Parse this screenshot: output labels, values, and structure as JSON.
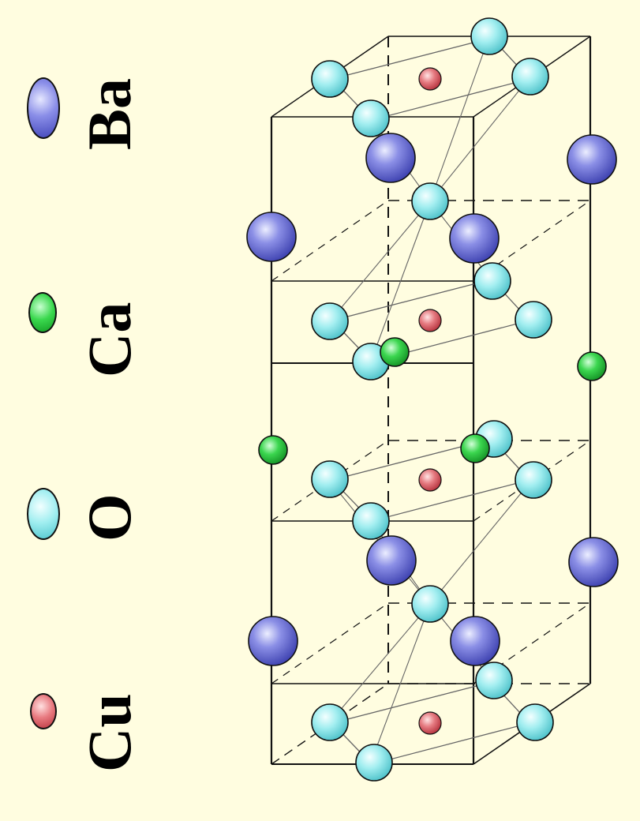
{
  "legend": {
    "items": [
      {
        "symbol": "Ba",
        "color": "#6b6fd8"
      },
      {
        "symbol": "Ca",
        "color": "#22c33a"
      },
      {
        "symbol": "O",
        "color": "#8fe8ea"
      },
      {
        "symbol": "Cu",
        "color": "#e06a70"
      }
    ]
  },
  "colors": {
    "background": "#fffde0",
    "frame": "#111111",
    "bond": "#666666"
  }
}
